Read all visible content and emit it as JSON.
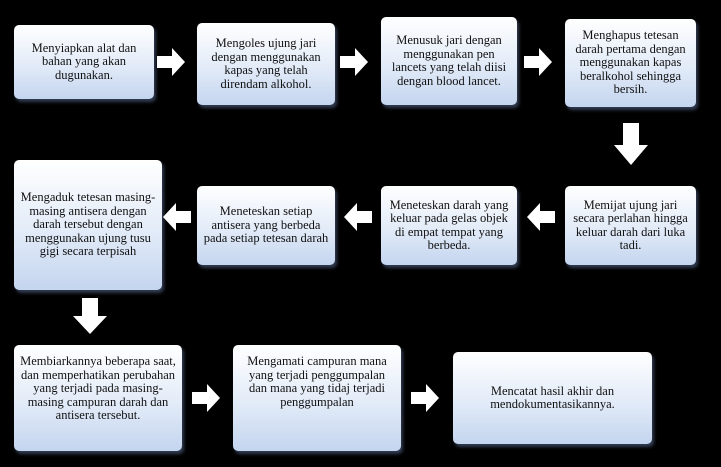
{
  "steps": [
    {
      "id": 1,
      "text": "Menyiapkan alat dan bahan yang akan dugunakan."
    },
    {
      "id": 2,
      "text": "Mengoles ujung jari dengan menggunakan kapas yang telah direndam alkohol."
    },
    {
      "id": 3,
      "text": "Menusuk jari dengan menggunakan pen lancets yang telah diisi dengan blood lancet."
    },
    {
      "id": 4,
      "text": "Menghapus tetesan darah pertama dengan menggunakan kapas beralkohol sehingga bersih."
    },
    {
      "id": 5,
      "text": "Memijat ujung jari secara perlahan hingga keluar darah dari luka tadi."
    },
    {
      "id": 6,
      "text": "Meneteskan darah yang keluar pada gelas objek di empat tempat yang berbeda."
    },
    {
      "id": 7,
      "text": "Meneteskan setiap antisera yang berbeda pada setiap tetesan darah"
    },
    {
      "id": 8,
      "text": "Mengaduk tetesan masing-masing antisera dengan darah tersebut dengan menggunakan ujung tusu gigi secara terpisah"
    },
    {
      "id": 9,
      "text": "Membiarkannya beberapa saat, dan memperhatikan perubahan yang terjadi pada masing-masing campuran darah dan antisera tersebut."
    },
    {
      "id": 10,
      "text": "Mengamati campuran mana yang terjadi penggumpalan dan mana yang tidaj terjadi penggumpalan"
    },
    {
      "id": 11,
      "text": "Mencatat hasil akhir dan mendokumentasikannya."
    }
  ],
  "arrows": [
    {
      "from": 1,
      "to": 2,
      "direction": "right"
    },
    {
      "from": 2,
      "to": 3,
      "direction": "right"
    },
    {
      "from": 3,
      "to": 4,
      "direction": "right"
    },
    {
      "from": 4,
      "to": 5,
      "direction": "down"
    },
    {
      "from": 5,
      "to": 6,
      "direction": "left"
    },
    {
      "from": 6,
      "to": 7,
      "direction": "left"
    },
    {
      "from": 7,
      "to": 8,
      "direction": "left"
    },
    {
      "from": 8,
      "to": 9,
      "direction": "down"
    },
    {
      "from": 9,
      "to": 10,
      "direction": "right"
    },
    {
      "from": 10,
      "to": 11,
      "direction": "right"
    }
  ],
  "colors": {
    "background": "#000000",
    "box_top": "#ffffff",
    "box_bottom": "#c4d5ef",
    "arrow_fill": "#ffffff",
    "text": "#111111"
  }
}
